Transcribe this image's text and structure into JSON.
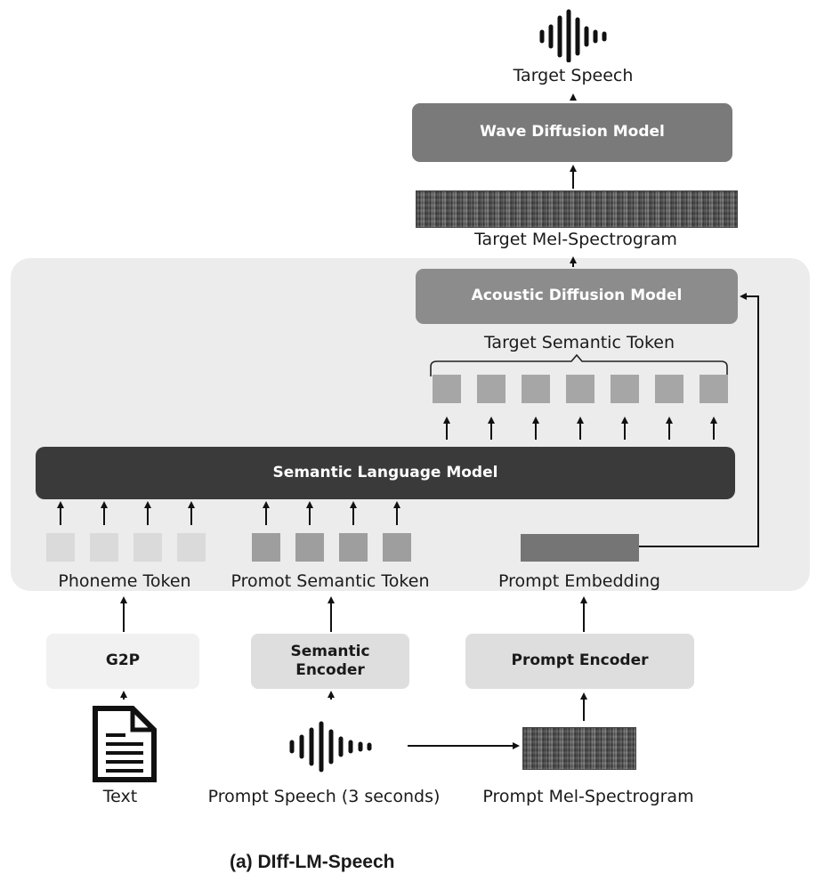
{
  "caption": "(a)  DIff-LM-Speech",
  "output": {
    "label": "Target Speech"
  },
  "wave_model": {
    "label": "Wave Diffusion Model"
  },
  "target_mel": {
    "label": "Target Mel-Spectrogram"
  },
  "acoustic_model": {
    "label": "Acoustic Diffusion Model"
  },
  "target_tokens": {
    "label": "Target Semantic Token",
    "count": 7
  },
  "lm": {
    "label": "Semantic Language Model"
  },
  "phoneme_tokens": {
    "label": "Phoneme Token",
    "count": 4
  },
  "prompt_semantic_tokens": {
    "label": "Promot Semantic Token",
    "count": 4
  },
  "prompt_embedding": {
    "label": "Prompt Embedding"
  },
  "g2p": {
    "label": "G2P"
  },
  "semantic_encoder": {
    "label_line1": "Semantic",
    "label_line2": "Encoder"
  },
  "prompt_encoder": {
    "label": "Prompt  Encoder"
  },
  "inputs": {
    "text": "Text",
    "prompt_speech": "Prompt Speech (3 seconds)",
    "prompt_mel": "Prompt Mel-Spectrogram"
  },
  "colors": {
    "container": "#ececec",
    "lm_box": "#3a3a3a",
    "diffusion_box": "#8c8c8c",
    "wave_box": "#7a7a7a",
    "target_token": "#a6a6a6",
    "phoneme_token": "#dadada",
    "prompt_token": "#9e9e9e",
    "prompt_embedding": "#757575",
    "encoder_box": "#dedede",
    "g2p_box": "#f1f1f1"
  }
}
